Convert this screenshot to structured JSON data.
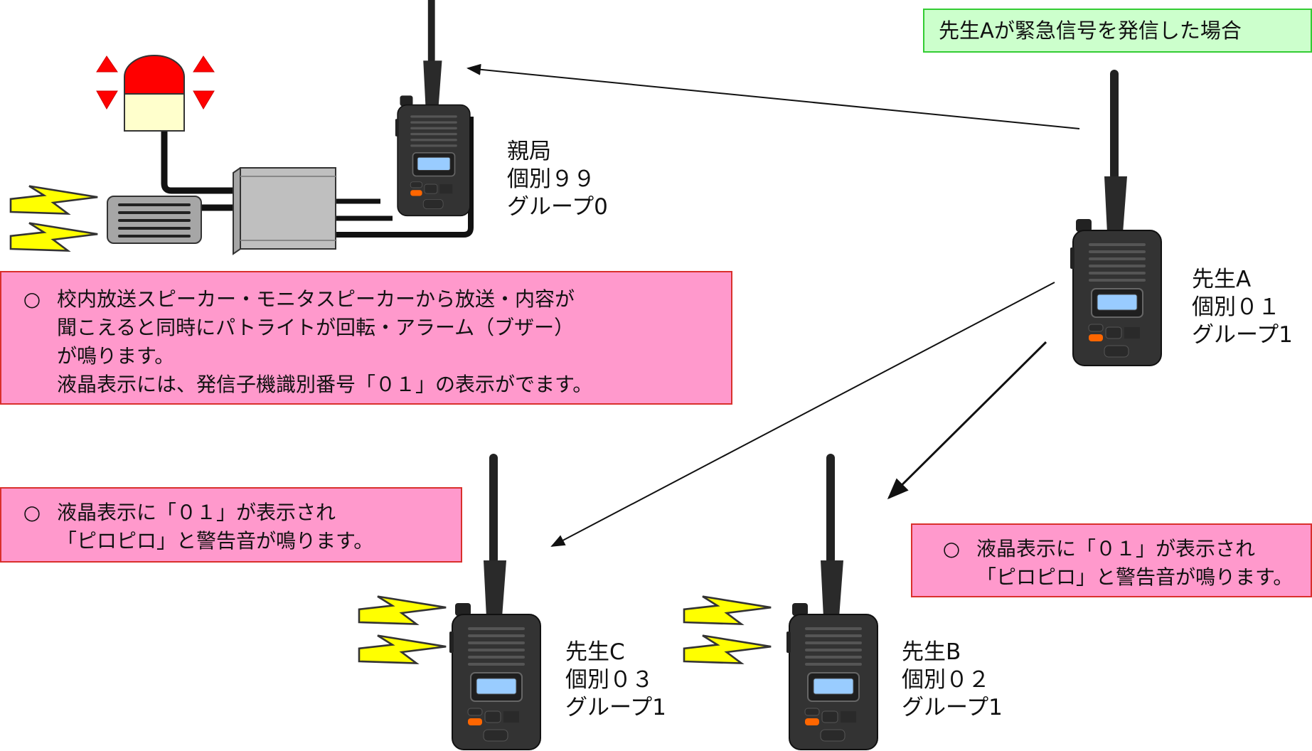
{
  "header_note": "先生Aが緊急信号を発信した場合",
  "base_station": {
    "name": "親局",
    "individual": "個別９９",
    "group": "グループ0",
    "note": {
      "mark": "○",
      "lines": [
        "校内放送スピーカー・モニタスピーカーから放送・内容が",
        "聞こえると同時にパトライトが回転・アラーム（ブザー）",
        "が鳴ります。",
        "液晶表示には、発信子機識別番号「０１」の表示がでます。"
      ]
    }
  },
  "teacher_a": {
    "name": "先生A",
    "individual": "個別０１",
    "group": "グループ1"
  },
  "teacher_b": {
    "name": "先生B",
    "individual": "個別０２",
    "group": "グループ1",
    "note": {
      "mark": "○",
      "lines": [
        "液晶表示に「０１」が表示され",
        "「ピロピロ」と警告音が鳴ります。"
      ]
    }
  },
  "teacher_c": {
    "name": "先生C",
    "individual": "個別０３",
    "group": "グループ1",
    "note": {
      "mark": "○",
      "lines": [
        "液晶表示に「０１」が表示され",
        "「ピロピロ」と警告音が鳴ります。"
      ]
    }
  },
  "colors": {
    "note_pink": "#ff99cc",
    "note_pink_border": "#d9302c",
    "note_green": "#ccffcc",
    "note_green_border": "#33cc33",
    "lamp_red": "#ff0000",
    "lamp_base": "#ffffcc",
    "lightning": "#ffff00",
    "radio_body": "#333333",
    "radio_screen": "#99ccff",
    "radio_orange_button": "#ff6600",
    "box_gray": "#a6a6a6"
  }
}
